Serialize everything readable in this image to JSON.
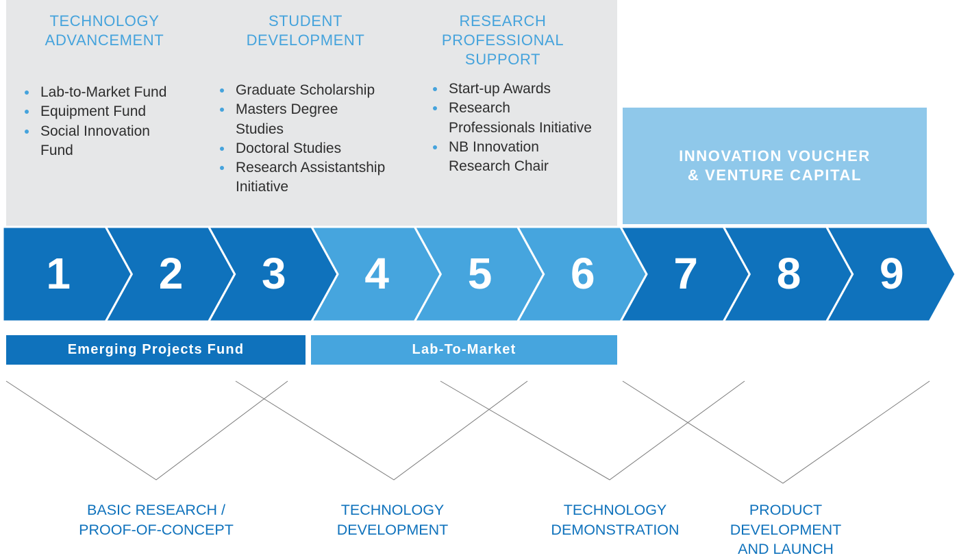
{
  "colors": {
    "dark_blue": "#0f72bc",
    "light_blue": "#46a5de",
    "pale_blue": "#8fc8ea",
    "grey_panel": "#e6e7e8",
    "title_blue": "#45a3dc"
  },
  "columns": [
    {
      "title": "TECHNOLOGY\nADVANCEMENT",
      "items": [
        "Lab-to-Market Fund",
        "Equipment Fund",
        "Social Innovation\nFund"
      ]
    },
    {
      "title": "STUDENT\nDEVELOPMENT",
      "items": [
        "Graduate Scholarship",
        "Masters Degree\nStudies",
        "Doctoral Studies",
        "Research Assistantship\nInitiative"
      ]
    },
    {
      "title": "RESEARCH\nPROFESSIONAL\nSUPPORT",
      "items": [
        "Start-up Awards",
        "Research\nProfessionals Initiative",
        "NB Innovation\nResearch Chair"
      ]
    }
  ],
  "voucher": {
    "title": "INNOVATION VOUCHER\n& VENTURE CAPITAL"
  },
  "steps": [
    {
      "label": "1",
      "shade": "dark"
    },
    {
      "label": "2",
      "shade": "dark"
    },
    {
      "label": "3",
      "shade": "dark"
    },
    {
      "label": "4",
      "shade": "light"
    },
    {
      "label": "5",
      "shade": "light"
    },
    {
      "label": "6",
      "shade": "light"
    },
    {
      "label": "7",
      "shade": "dark"
    },
    {
      "label": "8",
      "shade": "dark"
    },
    {
      "label": "9",
      "shade": "dark"
    }
  ],
  "funds": {
    "emerging": "Emerging Projects Fund",
    "lab_to_market": "Lab-To-Market"
  },
  "stages": [
    "BASIC RESEARCH /\nPROOF-OF-CONCEPT",
    "TECHNOLOGY\nDEVELOPMENT",
    "TECHNOLOGY\nDEMONSTRATION",
    "PRODUCT\nDEVELOPMENT\nAND LAUNCH"
  ]
}
